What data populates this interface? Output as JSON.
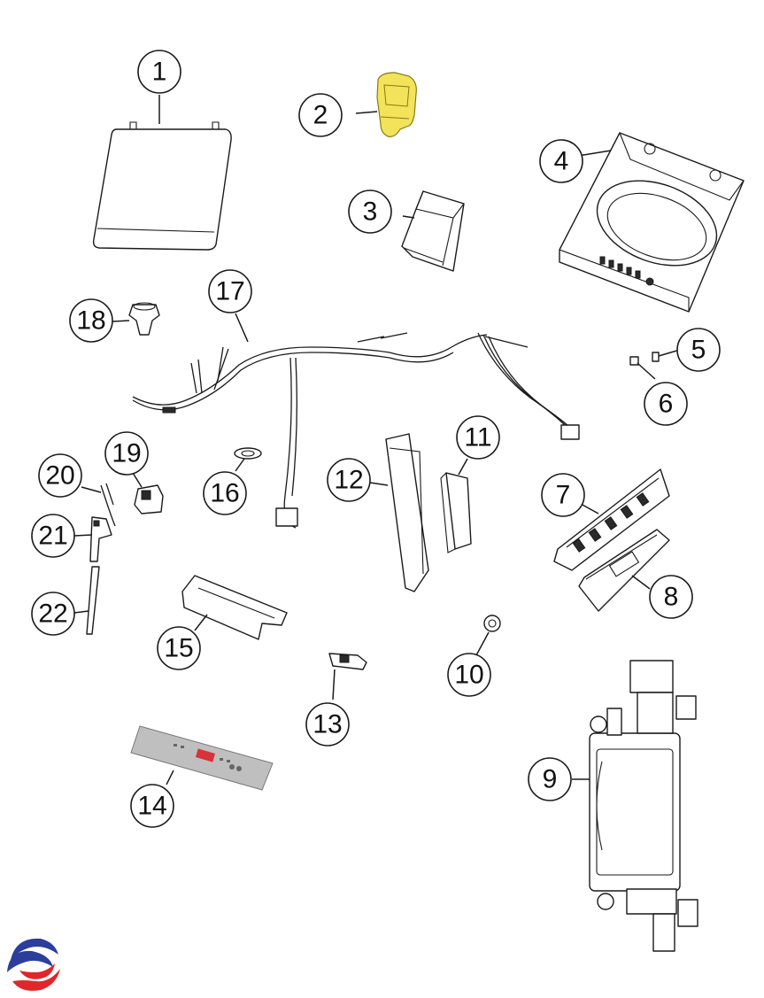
{
  "callouts": [
    {
      "id": "1",
      "label": "1"
    },
    {
      "id": "2",
      "label": "2"
    },
    {
      "id": "3",
      "label": "3"
    },
    {
      "id": "4",
      "label": "4"
    },
    {
      "id": "5",
      "label": "5"
    },
    {
      "id": "6",
      "label": "6"
    },
    {
      "id": "7",
      "label": "7"
    },
    {
      "id": "8",
      "label": "8"
    },
    {
      "id": "9",
      "label": "9"
    },
    {
      "id": "10",
      "label": "10"
    },
    {
      "id": "11",
      "label": "11"
    },
    {
      "id": "12",
      "label": "12"
    },
    {
      "id": "13",
      "label": "13"
    },
    {
      "id": "14",
      "label": "14"
    },
    {
      "id": "15",
      "label": "15"
    },
    {
      "id": "16",
      "label": "16"
    },
    {
      "id": "17",
      "label": "17"
    },
    {
      "id": "18",
      "label": "18"
    },
    {
      "id": "19",
      "label": "19"
    },
    {
      "id": "20",
      "label": "20"
    },
    {
      "id": "21",
      "label": "21"
    },
    {
      "id": "22",
      "label": "22"
    }
  ],
  "colors": {
    "highlight_part": "#f2e35a",
    "logo_blue": "#2b3e9c",
    "logo_red": "#e0262b",
    "control_panel": "#bfbfbf",
    "display_red": "#d8323a"
  }
}
